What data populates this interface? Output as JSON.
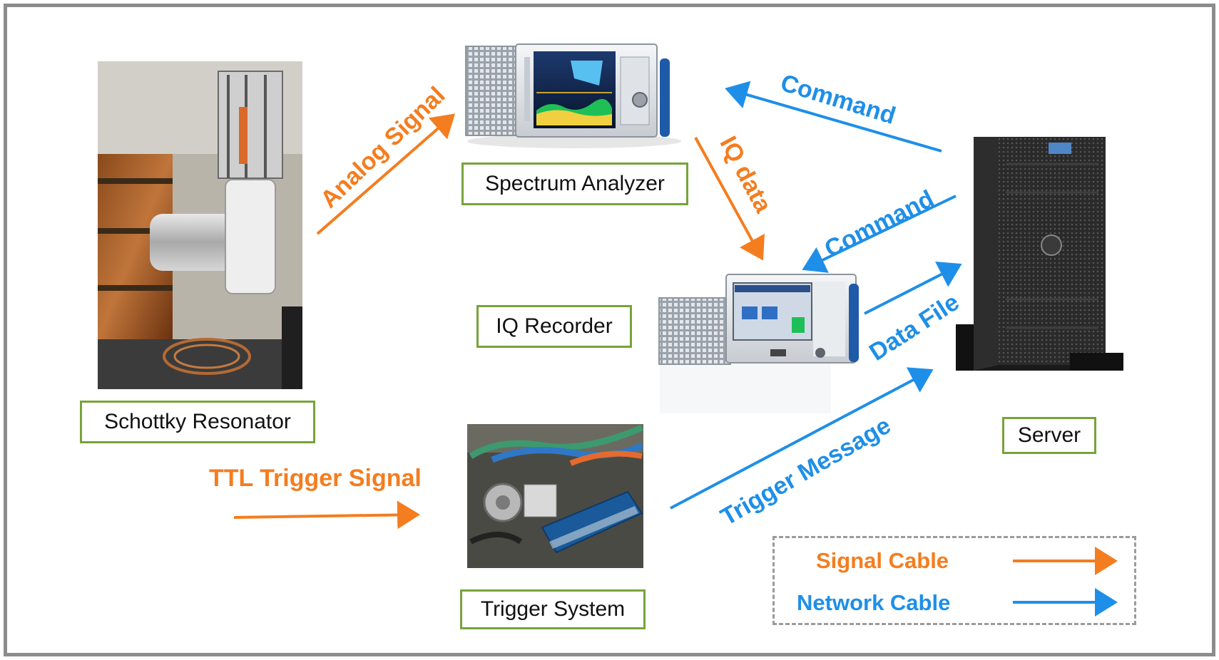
{
  "nodes": {
    "schottky_resonator": "Schottky Resonator",
    "spectrum_analyzer": "Spectrum Analyzer",
    "iq_recorder": "IQ Recorder",
    "trigger_system": "Trigger System",
    "server": "Server"
  },
  "edges": {
    "analog_signal": "Analog Signal",
    "iq_data": "IQ data",
    "command_top": "Command",
    "command_mid": "Command",
    "data_file": "Data File",
    "trigger_message": "Trigger Message",
    "ttl_trigger_signal": "TTL Trigger Signal"
  },
  "legend": {
    "signal_cable": "Signal Cable",
    "network_cable": "Network Cable"
  },
  "colors": {
    "signal": "#f47d1f",
    "network": "#1e8fe8",
    "label_border": "#77a33a",
    "frame": "#8c8c8c"
  },
  "icons": {
    "schottky_resonator": "resonator-photo",
    "spectrum_analyzer": "spectrum-analyzer-photo",
    "iq_recorder": "iq-recorder-photo",
    "trigger_system": "trigger-board-photo",
    "server": "tower-server-photo"
  }
}
